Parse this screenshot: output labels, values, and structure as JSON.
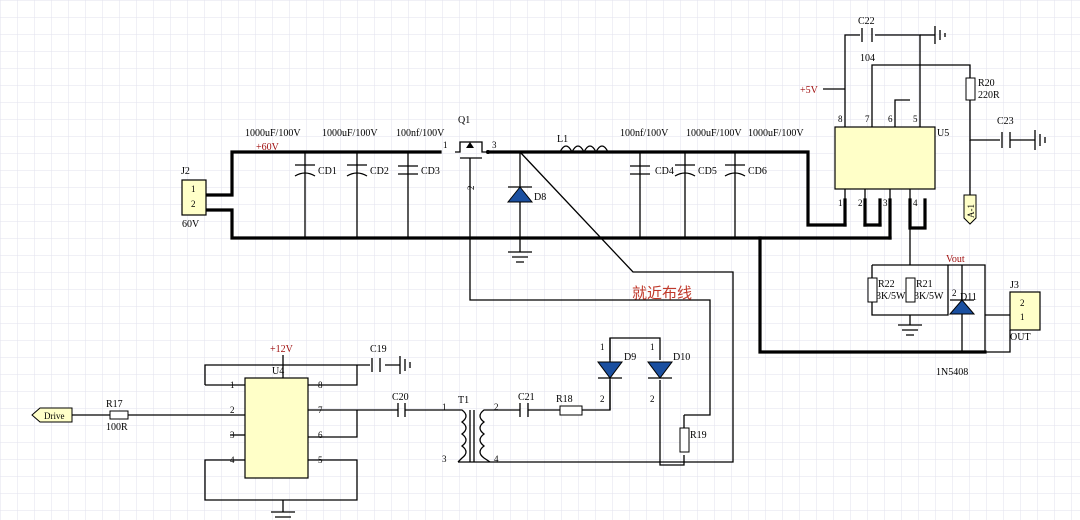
{
  "colors": {
    "wire": "#000000",
    "grid": "#e2e2ee",
    "chip_fill": "#ffffc8",
    "diode_fill": "#1a4fa0",
    "net_label": "#a01010",
    "note_text": "#c0392b",
    "power_text": "#a01010"
  },
  "connectors": {
    "j2": {
      "ref": "J2",
      "pins": [
        "1",
        "2"
      ],
      "value": "60V"
    },
    "j3": {
      "ref": "J3",
      "pins": [
        "2",
        "1"
      ],
      "value": "OUT"
    }
  },
  "power": {
    "v60": "+60V",
    "v5": "+5V",
    "v12": "+12V",
    "vout": "Vout"
  },
  "caps": {
    "cd1": {
      "ref": "CD1",
      "value": "1000uF/100V"
    },
    "cd2": {
      "ref": "CD2",
      "value": "1000uF/100V"
    },
    "cd3": {
      "ref": "CD3",
      "value": "100nf/100V"
    },
    "cd4": {
      "ref": "CD4",
      "value": "100nf/100V"
    },
    "cd5": {
      "ref": "CD5",
      "value": "1000uF/100V"
    },
    "cd6": {
      "ref": "CD6",
      "value": "1000uF/100V"
    },
    "c19": {
      "ref": "C19"
    },
    "c20": {
      "ref": "C20"
    },
    "c21": {
      "ref": "C21"
    },
    "c22": {
      "ref": "C22",
      "value": "104"
    },
    "c23": {
      "ref": "C23"
    }
  },
  "q1": {
    "ref": "Q1",
    "pins": [
      "1",
      "3",
      "2"
    ]
  },
  "inductor": {
    "ref": "L1"
  },
  "diodes": {
    "d8": "D8",
    "d9": "D9",
    "d10": "D10",
    "d11": "D11",
    "d11_value": "1N5408"
  },
  "resistors": {
    "r17": {
      "ref": "R17",
      "value": "100R"
    },
    "r18": {
      "ref": "R18"
    },
    "r19": {
      "ref": "R19"
    },
    "r20": {
      "ref": "R20",
      "value": "220R"
    },
    "r21": {
      "ref": "R21",
      "value": "3K/5W"
    },
    "r22": {
      "ref": "R22",
      "value": "3K/5W"
    }
  },
  "u5": {
    "ref": "U5",
    "top_pins": [
      "8",
      "7",
      "6",
      "5"
    ],
    "bottom_pins": [
      "1",
      "2",
      "3",
      "4"
    ]
  },
  "u4": {
    "ref": "U4",
    "left_pins": [
      "1",
      "2",
      "3",
      "4"
    ],
    "right_pins": [
      "8",
      "7",
      "6",
      "5"
    ]
  },
  "t1": {
    "ref": "T1",
    "pins": [
      "1",
      "3",
      "2",
      "4"
    ]
  },
  "nets": {
    "drive": "Drive",
    "a1": "A-1"
  },
  "annotation": {
    "text": "就近布线"
  },
  "diode_pins": {
    "d9": [
      "1",
      "2"
    ],
    "d10": [
      "1",
      "2"
    ],
    "d11": "2"
  }
}
